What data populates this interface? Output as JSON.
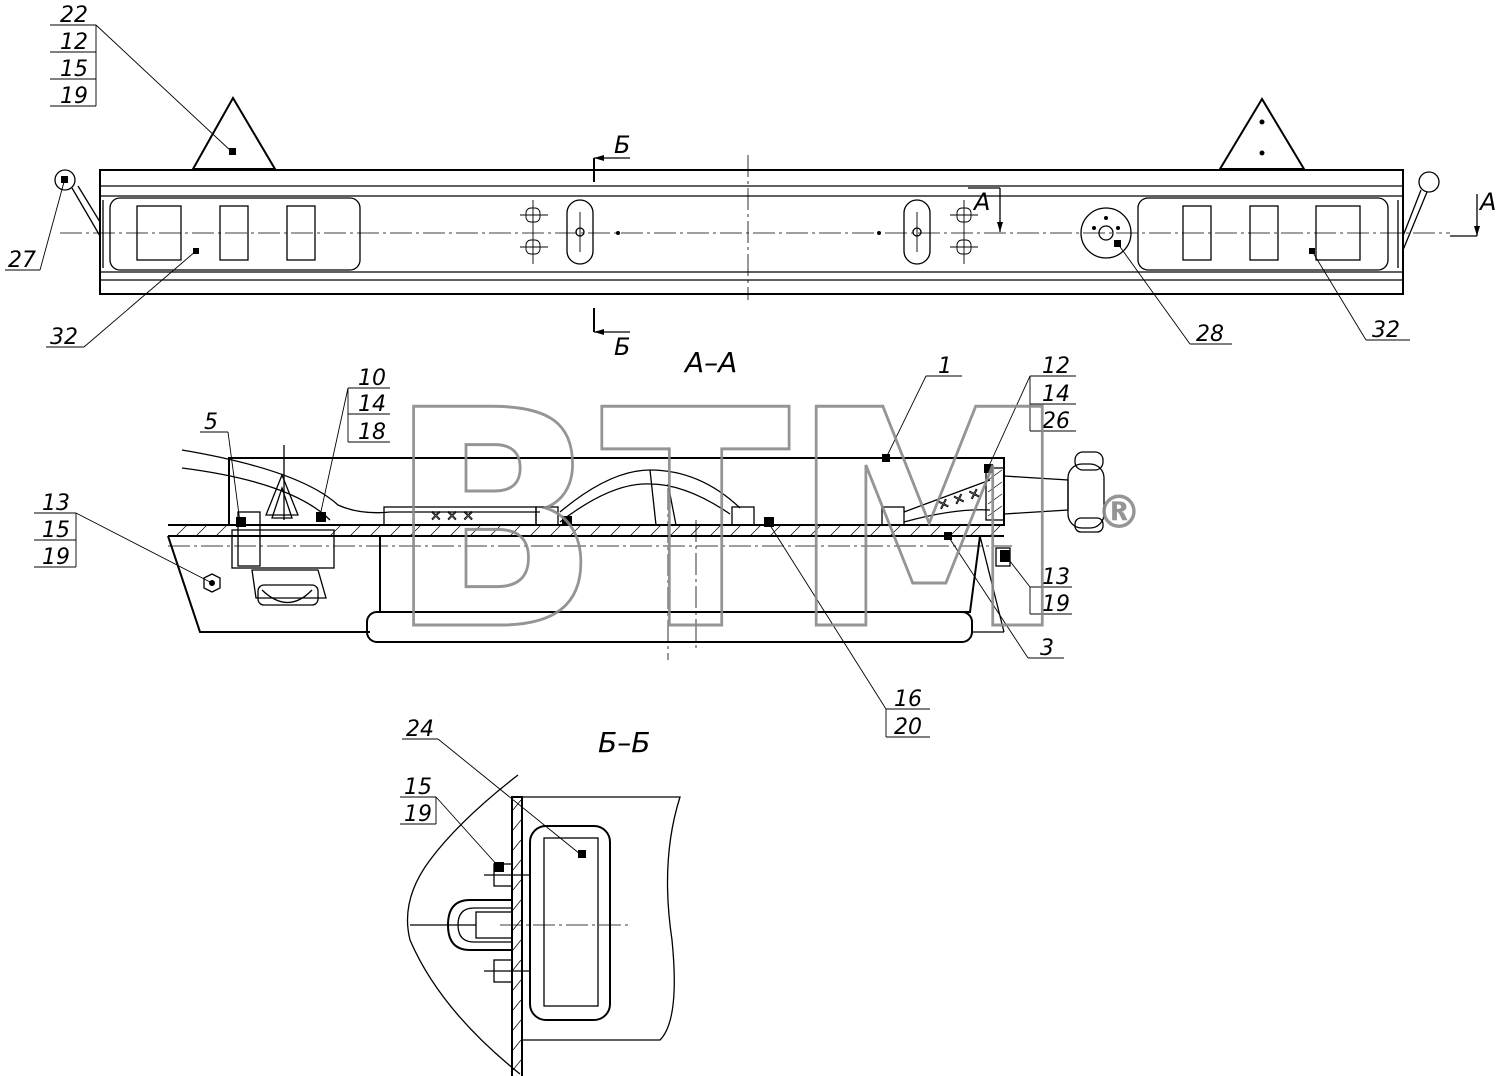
{
  "views": {
    "section_aa": "А–А",
    "section_bb": "Б–Б"
  },
  "cut_marks": {
    "b_top": "Б",
    "b_bottom": "Б",
    "a_mid": "А",
    "a_right": "А"
  },
  "callouts": {
    "top_left_stack": [
      "22",
      "12",
      "15",
      "19"
    ],
    "c27": "27",
    "c32_left": "32",
    "c28": "28",
    "c32_right": "32",
    "c5": "5",
    "stack_10": [
      "10",
      "14",
      "18"
    ],
    "c1": "1",
    "stack_12": [
      "12",
      "14",
      "26"
    ],
    "stack_13_left": [
      "13",
      "15",
      "19"
    ],
    "stack_13_right": [
      "13",
      "19"
    ],
    "c3": "3",
    "stack_16": [
      "16",
      "20"
    ],
    "c24": "24",
    "stack_15": [
      "15",
      "19"
    ]
  },
  "watermark": {
    "text": "BTM",
    "mark": "®"
  }
}
